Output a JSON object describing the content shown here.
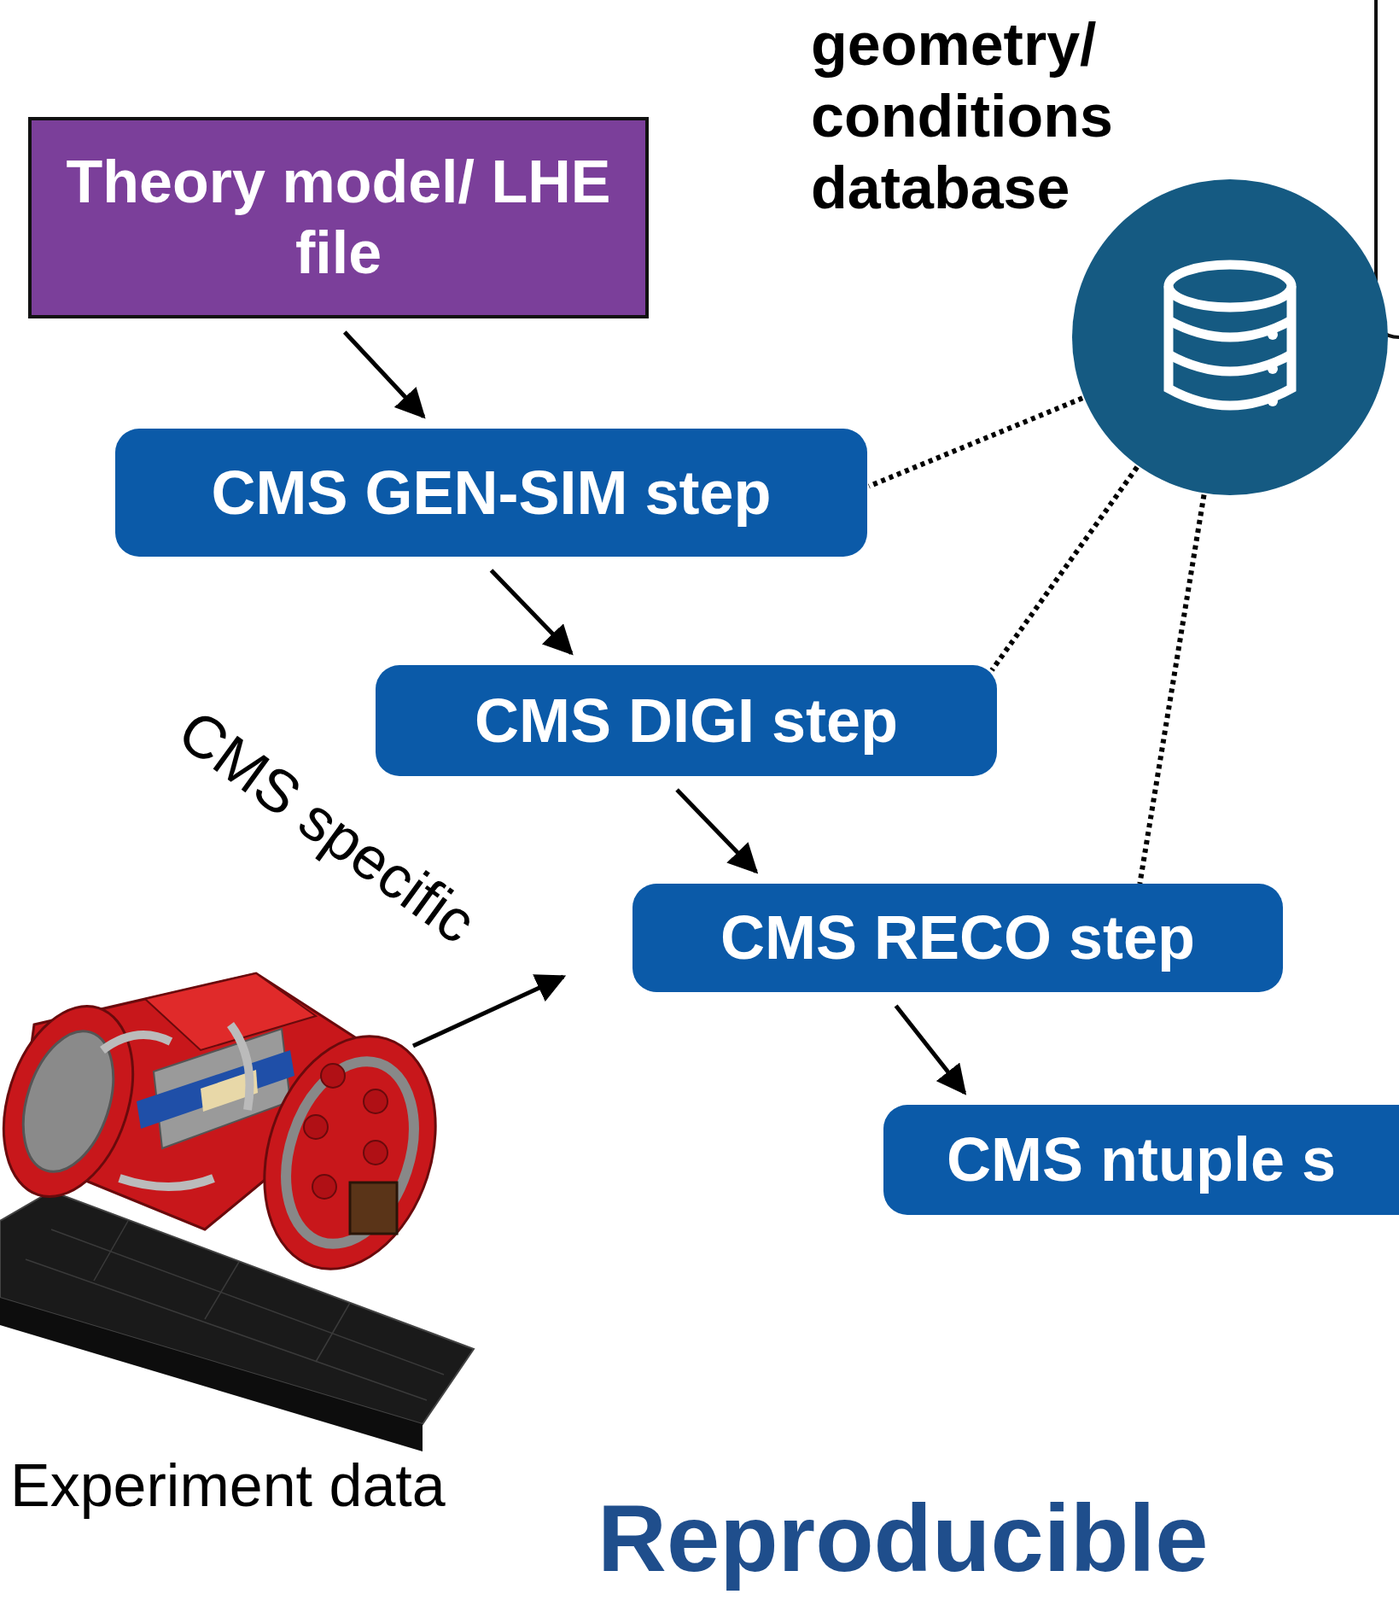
{
  "diagram": {
    "nodes": [
      {
        "text": [
          "Theory model/ LHE file"
        ]
      },
      {
        "text": [
          "geometry/ conditions database"
        ]
      },
      {
        "text": [
          "CMS GEN-SIM step"
        ]
      },
      {
        "text": [
          "CMS DIGI step"
        ]
      },
      {
        "text": [
          "CMS RECO step"
        ]
      },
      {
        "text": [
          "CMS ntuple s"
        ]
      }
    ],
    "edges": [
      {
        "from": 0,
        "to": 2,
        "arrow": "to"
      },
      {
        "from": 2,
        "to": 3,
        "arrow": "to"
      },
      {
        "from": 3,
        "to": 4,
        "arrow": "to"
      },
      {
        "from": 4,
        "to": 5,
        "arrow": "to"
      },
      {
        "from": 1,
        "to": 2,
        "arrow": "none"
      },
      {
        "from": 1,
        "to": 3,
        "arrow": "none"
      },
      {
        "from": 1,
        "to": 4,
        "arrow": "none"
      }
    ],
    "labels": [
      "CMS specific",
      "Experiment data",
      "Reproducible"
    ]
  }
}
